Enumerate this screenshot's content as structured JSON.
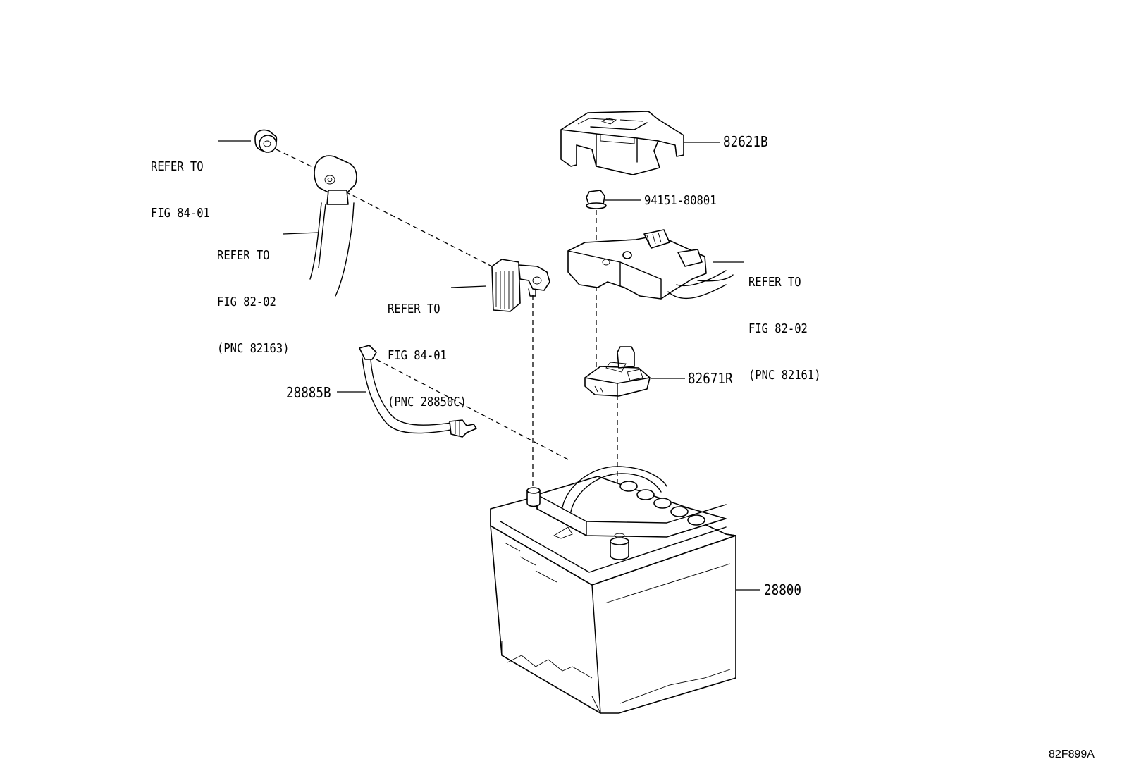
{
  "figure_code": "82F899A",
  "callouts": {
    "ref_bolt": {
      "line1": "REFER TO",
      "line2": "FIG 84-01"
    },
    "ref_cable_neg": {
      "line1": "REFER TO",
      "line2": "FIG 82-02",
      "line3": "(PNC 82163)"
    },
    "ref_terminal": {
      "line1": "REFER TO",
      "line2": "FIG 84-01",
      "line3": "(PNC 28850C)"
    },
    "ref_cable_pos": {
      "line1": "REFER TO",
      "line2": "FIG 82-02",
      "line3": "(PNC 82161)"
    }
  },
  "parts": {
    "cover": "82621B",
    "nut": "94151-80801",
    "clamp": "82671R",
    "vent_hose": "28885B",
    "battery": "28800"
  }
}
